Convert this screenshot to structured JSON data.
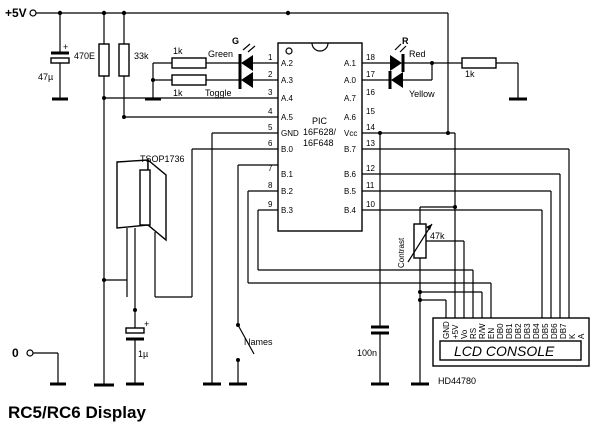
{
  "title": "RC5/RC6 Display",
  "supply": {
    "positive": "+5V",
    "zero": "0"
  },
  "components": {
    "c_47u": "47µ",
    "r_470e": "470E",
    "r_33k": "33k",
    "r_green": "1k",
    "r_toggle": "1k",
    "r_red": "1k",
    "led_green": {
      "tag": "G",
      "label": "Green"
    },
    "led_toggle": {
      "label": "Toggle"
    },
    "led_red": {
      "tag": "R",
      "label": "Red"
    },
    "led_yellow": {
      "label": "Yellow"
    },
    "ir_receiver": "TSOP1736",
    "c_1u": "1µ",
    "c_100n": "100n",
    "pot": {
      "value": "47k",
      "label": "Contrast"
    },
    "names_switch": "Names",
    "mcu": {
      "line1": "PIC",
      "line2": "16F628/",
      "line3": "16F648"
    },
    "lcd": {
      "text": "LCD CONSOLE",
      "model": "HD44780"
    }
  },
  "mcu_pins_left": [
    {
      "num": "1",
      "name": "A.2"
    },
    {
      "num": "2",
      "name": "A.3"
    },
    {
      "num": "3",
      "name": "A.4"
    },
    {
      "num": "4",
      "name": "A.5"
    },
    {
      "num": "5",
      "name": "GND"
    },
    {
      "num": "6",
      "name": "B.0"
    },
    {
      "num": "7",
      "name": "B.1"
    },
    {
      "num": "8",
      "name": "B.2"
    },
    {
      "num": "9",
      "name": "B.3"
    }
  ],
  "mcu_pins_right": [
    {
      "num": "18",
      "name": "A.1"
    },
    {
      "num": "17",
      "name": "A.0"
    },
    {
      "num": "16",
      "name": "A.7"
    },
    {
      "num": "15",
      "name": "A.6"
    },
    {
      "num": "14",
      "name": "Vcc"
    },
    {
      "num": "13",
      "name": "B.7"
    },
    {
      "num": "12",
      "name": "B.6"
    },
    {
      "num": "11",
      "name": "B.5"
    },
    {
      "num": "10",
      "name": "B.4"
    }
  ],
  "lcd_pins": [
    "GND",
    "+5V",
    "Vo",
    "RS",
    "R/W",
    "EN",
    "DB0",
    "DB1",
    "DB2",
    "DB3",
    "DB4",
    "DB5",
    "DB6",
    "DB7",
    "K",
    "A"
  ]
}
